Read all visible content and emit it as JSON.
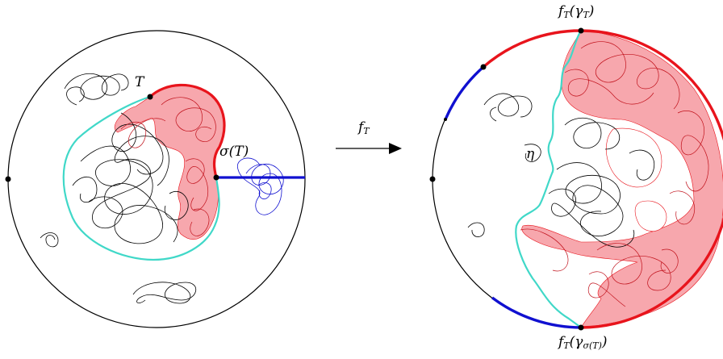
{
  "labels": {
    "t": "T",
    "sigma_t": "σ(T)",
    "map": "f",
    "map_sub": "T",
    "eta": "η",
    "top_f": "f",
    "top_f_sub": "T",
    "top_arg": "(γ",
    "top_arg_sub": "T",
    "top_close": ")",
    "bot_f": "f",
    "bot_f_sub": "T",
    "bot_arg": "(γ",
    "bot_arg_sub": "σ(T)",
    "bot_close": ")"
  },
  "colors": {
    "red": "#e8141c",
    "red_fill": "#f7a7ad",
    "blue": "#1010d0",
    "cyan": "#40d8c8",
    "black": "#000000"
  }
}
